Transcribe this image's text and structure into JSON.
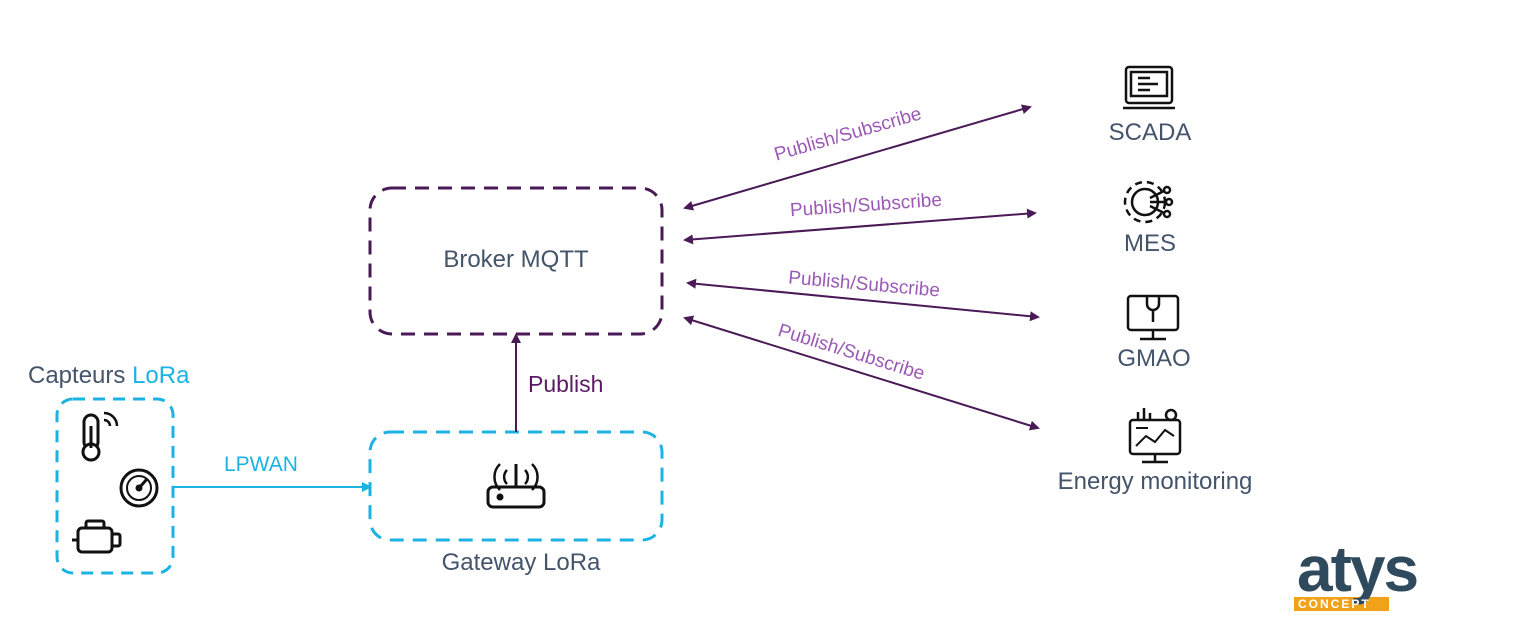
{
  "broker": {
    "label": "Broker MQTT"
  },
  "gateway": {
    "label": "Gateway LoRa"
  },
  "sensors": {
    "label_prefix": "Capteurs",
    "label_highlight": "LoRa"
  },
  "links": {
    "lpwan": "LPWAN",
    "publish": "Publish",
    "pubsub": [
      "Publish/Subscribe",
      "Publish/Subscribe",
      "Publish/Subscribe",
      "Publish/Subscribe"
    ]
  },
  "systems": [
    {
      "label": "SCADA",
      "icon": "scada-monitor-icon"
    },
    {
      "label": "MES",
      "icon": "mes-gear-icon"
    },
    {
      "label": "GMAO",
      "icon": "gmao-wrench-monitor-icon"
    },
    {
      "label": "Energy monitoring",
      "icon": "energy-dashboard-icon"
    }
  ],
  "logo": {
    "text": "atys",
    "subtext": "CONCEPT"
  },
  "colors": {
    "cyan": "#1cb3e3",
    "purple": "#4a1a57",
    "text": "#44546a",
    "pubsub_text": "#9b59b6"
  }
}
